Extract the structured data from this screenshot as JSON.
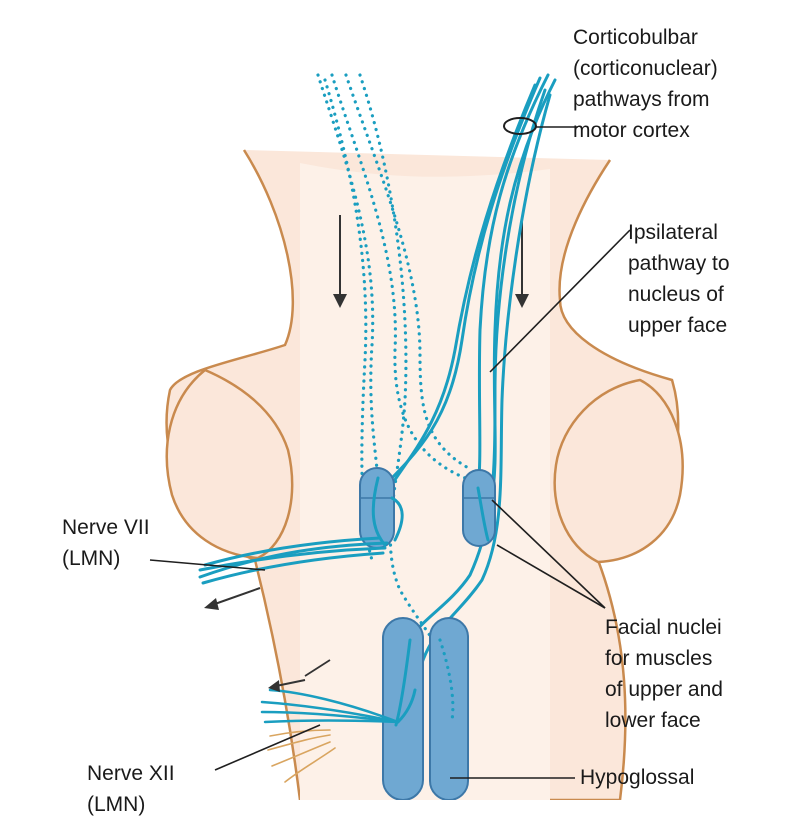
{
  "colors": {
    "tract": "#1a9ec0",
    "tissue": "#fbe7da",
    "outline": "#c98a4e",
    "nucleus": "#6fa8d2",
    "nucleus_stroke": "#3d78a8",
    "leader": "#1f1f1f",
    "label_text": "#1a1a1a"
  },
  "labels": {
    "corticobulbar": [
      "Corticobulbar",
      "(corticonuclear)",
      "pathways from",
      "motor cortex"
    ],
    "ipsilateral": [
      "Ipsilateral",
      "pathway to",
      "nucleus of",
      "upper face"
    ],
    "nerve_vii": [
      "Nerve VII",
      "(LMN)"
    ],
    "facial_nuclei": [
      "Facial nuclei",
      "for muscles",
      "of upper and",
      "lower face"
    ],
    "nerve_xii": [
      "Nerve XII",
      "(LMN)"
    ],
    "hypoglossal": [
      "Hypoglossal"
    ]
  }
}
